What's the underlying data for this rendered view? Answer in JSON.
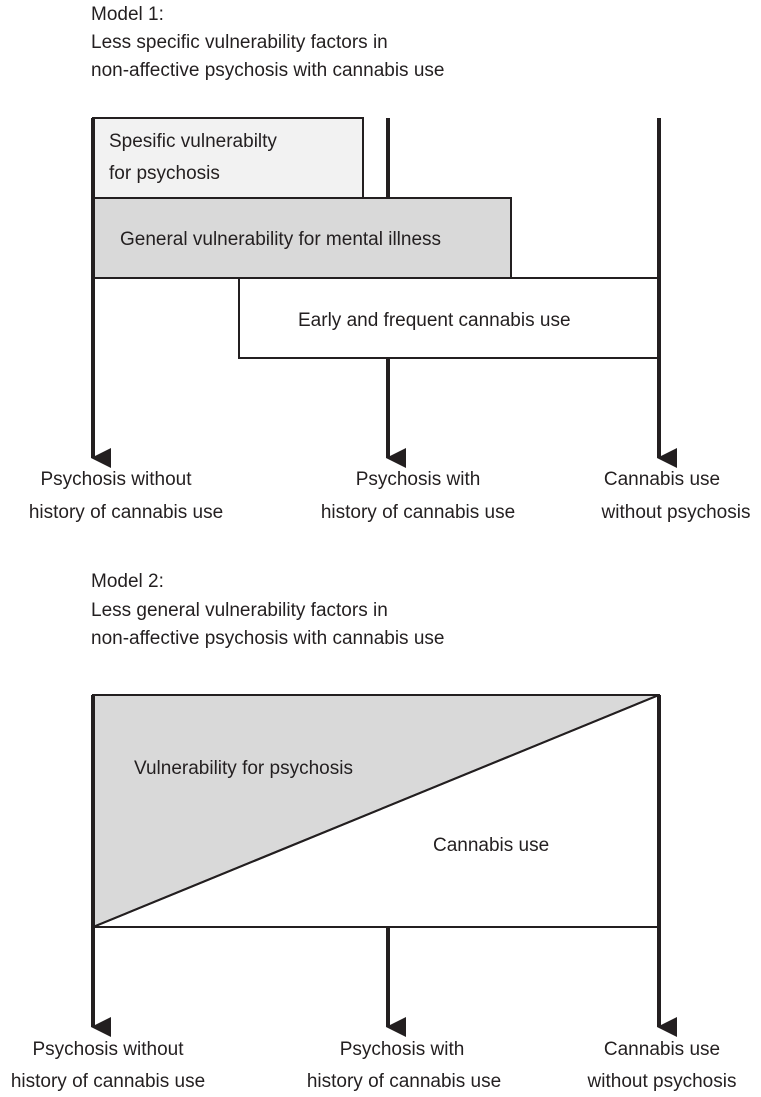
{
  "model1": {
    "heading": "Model 1:",
    "subtitle_line1": "Less specific vulnerability factors in",
    "subtitle_line2": "non-affective psychosis with cannabis use",
    "box_specific_line1": "Spesific vulnerabilty",
    "box_specific_line2": "for psychosis",
    "box_general": "General vulnerability for mental illness",
    "box_cannabis": "Early and frequent cannabis use",
    "outcomes": [
      {
        "line1": "Psychosis without",
        "line2": "history of cannabis use"
      },
      {
        "line1": "Psychosis with",
        "line2": "history of cannabis use"
      },
      {
        "line1": "Cannabis use",
        "line2": "without psychosis"
      }
    ]
  },
  "model2": {
    "heading": "Model 2:",
    "subtitle_line1": "Less general vulnerability factors in",
    "subtitle_line2": "non-affective psychosis with cannabis use",
    "region_vulnerability": "Vulnerability for psychosis",
    "region_cannabis": "Cannabis use",
    "outcomes": [
      {
        "line1": "Psychosis without",
        "line2": "history of cannabis use"
      },
      {
        "line1": "Psychosis with",
        "line2": "history of cannabis use"
      },
      {
        "line1": "Cannabis use",
        "line2": "without psychosis"
      }
    ]
  },
  "colors": {
    "line": "#231f20",
    "specific_fill": "#f2f2f2",
    "general_fill": "#d9d9d9",
    "vulnerability_fill": "#d9d9d9"
  }
}
